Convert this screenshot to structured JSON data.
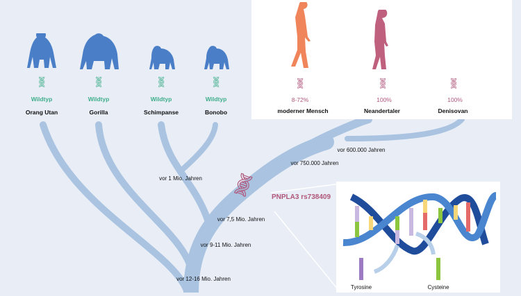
{
  "apes": [
    {
      "name": "Orang Utan",
      "status": "Wildtyp"
    },
    {
      "name": "Gorilla",
      "status": "Wildtyp"
    },
    {
      "name": "Schimpanse",
      "status": "Wildtyp"
    },
    {
      "name": "Bonobo",
      "status": "Wildtyp"
    }
  ],
  "humans": [
    {
      "name": "moderner Mensch",
      "percent": "8-72%"
    },
    {
      "name": "Neandertaler",
      "percent": "100%"
    },
    {
      "name": "Denisovan",
      "percent": "100%"
    }
  ],
  "timeline": {
    "t1": "vor 600.000 Jahren",
    "t2": "vor 750.000 Jahren",
    "t3": "vor 1 Mio. Jahren",
    "t4": "vor 7,5 Mio. Jahren",
    "t5": "vor 9-11 Mio. Jahren",
    "t6": "vor 12-16 Mio. Jahren"
  },
  "gene": "PNPLA3 rs738409",
  "inset": {
    "from": "Tyrosine",
    "to": "Cysteine"
  },
  "colors": {
    "tree": "#a9c3e0",
    "wild": "#3fae8a",
    "variant": "#b0577b",
    "ape": "#4a7fc8",
    "human": "#f0845a",
    "neander": "#c0607f"
  }
}
